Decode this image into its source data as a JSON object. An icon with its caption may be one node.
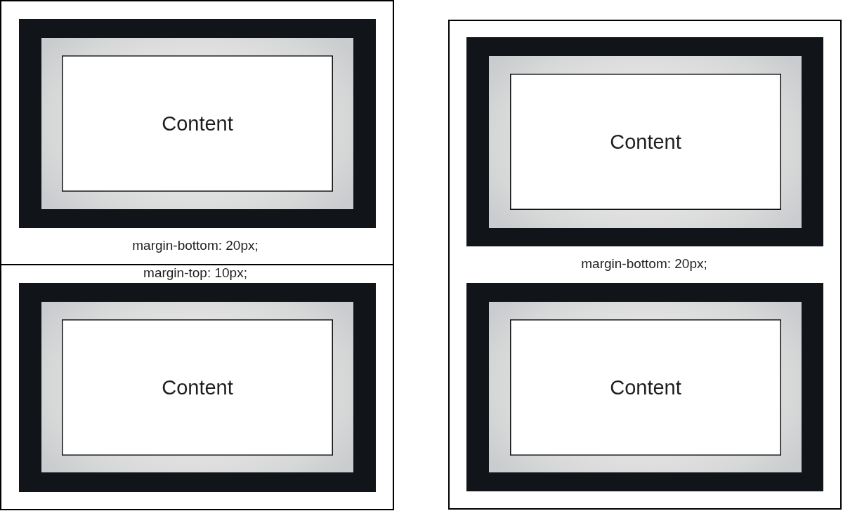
{
  "diagram": {
    "nodes": [
      {
        "text": [
          "margin-bottom: 20px;"
        ]
      },
      {
        "text": [],
        "shape": "box",
        "in": 0
      },
      {
        "text": [],
        "shape": "box",
        "in": 1
      },
      {
        "text": [
          "Content"
        ],
        "in": 2
      },
      {
        "text": [
          "margin-top: 10px;"
        ]
      },
      {
        "text": [],
        "shape": "box",
        "in": 4
      },
      {
        "text": [],
        "shape": "box",
        "in": 5
      },
      {
        "text": [
          "Content"
        ],
        "in": 6
      },
      {
        "text": [
          "margin-bottom: 20px;"
        ]
      },
      {
        "text": [],
        "shape": "box",
        "in": 8
      },
      {
        "text": [],
        "shape": "box",
        "in": 9
      },
      {
        "text": [
          "Content"
        ],
        "in": 10
      },
      {
        "text": [],
        "shape": "box",
        "in": 8
      },
      {
        "text": [],
        "shape": "box",
        "in": 12
      },
      {
        "text": [
          "Content"
        ],
        "in": 13
      }
    ]
  }
}
